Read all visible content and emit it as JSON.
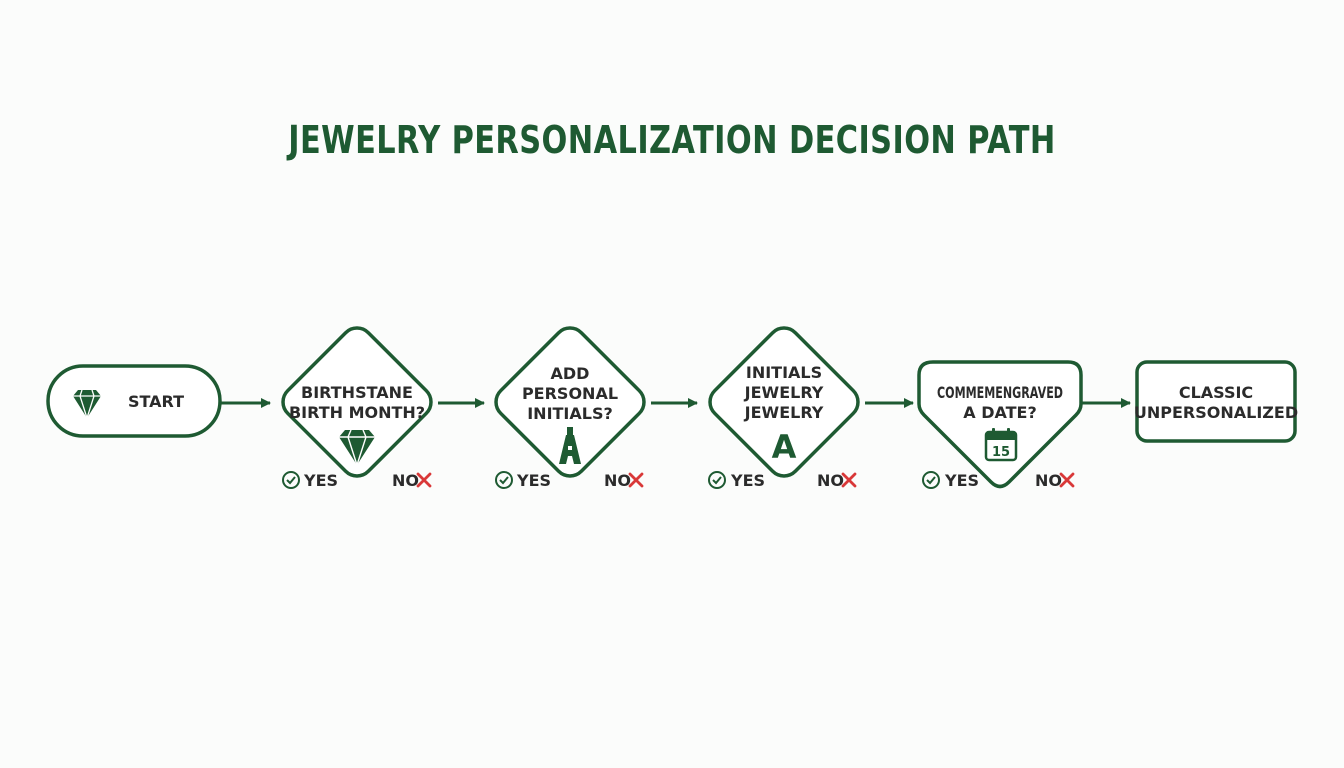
{
  "title": "JEWELRY PERSONALIZATION DECISION PATH",
  "colors": {
    "primary_green": "#1e5a32",
    "no_red": "#d93838",
    "text": "#2b2b2b",
    "background": "#fbfcfb"
  },
  "nodes": {
    "start": {
      "shape": "rounded-pill",
      "label": "START",
      "icon": "diamond-gem-icon"
    },
    "decision1": {
      "shape": "diamond",
      "lines": [
        "BIRTHSTANE",
        "BIRTH MONTH?"
      ],
      "icon": "diamond-gem-icon",
      "yes": "YES",
      "no": "NO"
    },
    "decision2": {
      "shape": "diamond",
      "lines": [
        "ADD",
        "PERSONAL",
        "INITIALS?"
      ],
      "icon": "engraving-tool-icon",
      "yes": "YES",
      "no": "NO"
    },
    "decision3": {
      "shape": "diamond",
      "lines": [
        "INITIALS",
        "JEWELRY",
        "JEWELRY"
      ],
      "icon_text": "A",
      "yes": "YES",
      "no": "NO"
    },
    "decision4": {
      "shape": "shield",
      "lines": [
        "COMMEMENGRAVED",
        "A DATE?"
      ],
      "icon": "calendar-icon",
      "icon_text": "15",
      "yes": "YES",
      "no": "NO"
    },
    "end": {
      "shape": "rounded-rect",
      "lines": [
        "CLASSIC",
        "UNPERSONALIZED"
      ]
    }
  }
}
